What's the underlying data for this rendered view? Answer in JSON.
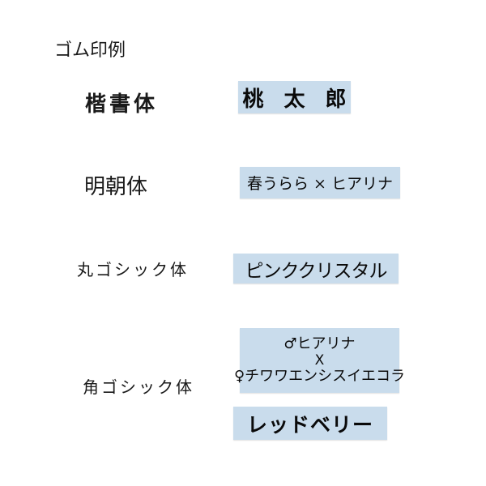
{
  "title": "ゴム印例",
  "colors": {
    "stamp_background": "#c9dcec",
    "text": "#111111",
    "page_background": "#ffffff"
  },
  "examples": [
    {
      "font_label": "楷書体",
      "stamp_lines": [
        "桃 太 郎"
      ]
    },
    {
      "font_label": "明朝体",
      "stamp_lines": [
        "春うらら × ヒアリナ"
      ]
    },
    {
      "font_label": "丸ゴシック体",
      "stamp_lines": [
        "ピンククリスタル"
      ]
    },
    {
      "font_label": "角ゴシック体",
      "stamp_lines": [
        "♂ヒアリナ",
        "X",
        "♀チワワエンシスイエコラ"
      ]
    },
    {
      "font_label": "角ゴシック体",
      "stamp_lines": [
        "レッドベリー"
      ]
    }
  ]
}
